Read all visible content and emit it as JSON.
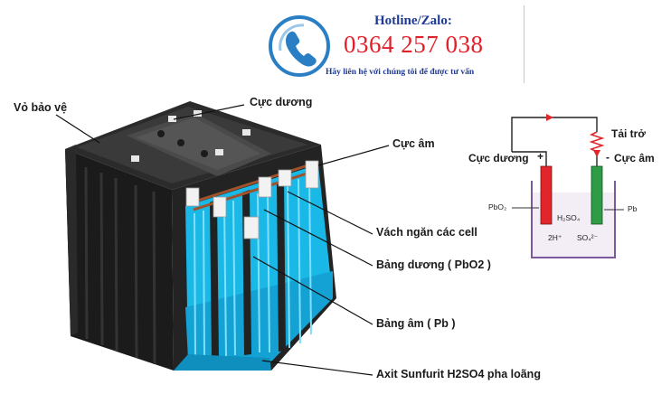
{
  "hotline": {
    "title": "Hotline/Zalo:",
    "number": "0364 257 038",
    "subtitle": "Hãy liên hệ với chúng tôi để được tư vấn"
  },
  "battery_labels": {
    "casing": "Vỏ bảo vệ",
    "positive_terminal": "Cực dương",
    "negative_terminal": "Cực âm",
    "cell_separator": "Vách ngăn các cell",
    "positive_plate": "Bảng dương ( PbO2 )",
    "negative_plate": "Bảng âm ( Pb )",
    "electrolyte": "Axit Sunfurit H2SO4 pha loãng"
  },
  "circuit": {
    "load": "Tải trở",
    "positive": "Cực dương",
    "plus_sign": "+",
    "negative": "Cực âm",
    "minus_sign": "-",
    "left_electrode": "PbO₂",
    "right_electrode": "Pb",
    "electrolyte": "H₂SO₄",
    "ion_left": "2H⁺",
    "ion_right": "SO₄²⁻"
  },
  "colors": {
    "accent_blue": "#1f3a93",
    "hotline_red": "#e0202a",
    "electrolyte_cyan": "#19b8e6",
    "positive_electrode": "#e0262b",
    "negative_electrode": "#2e9b45",
    "container_purple": "#7a5a9c"
  }
}
